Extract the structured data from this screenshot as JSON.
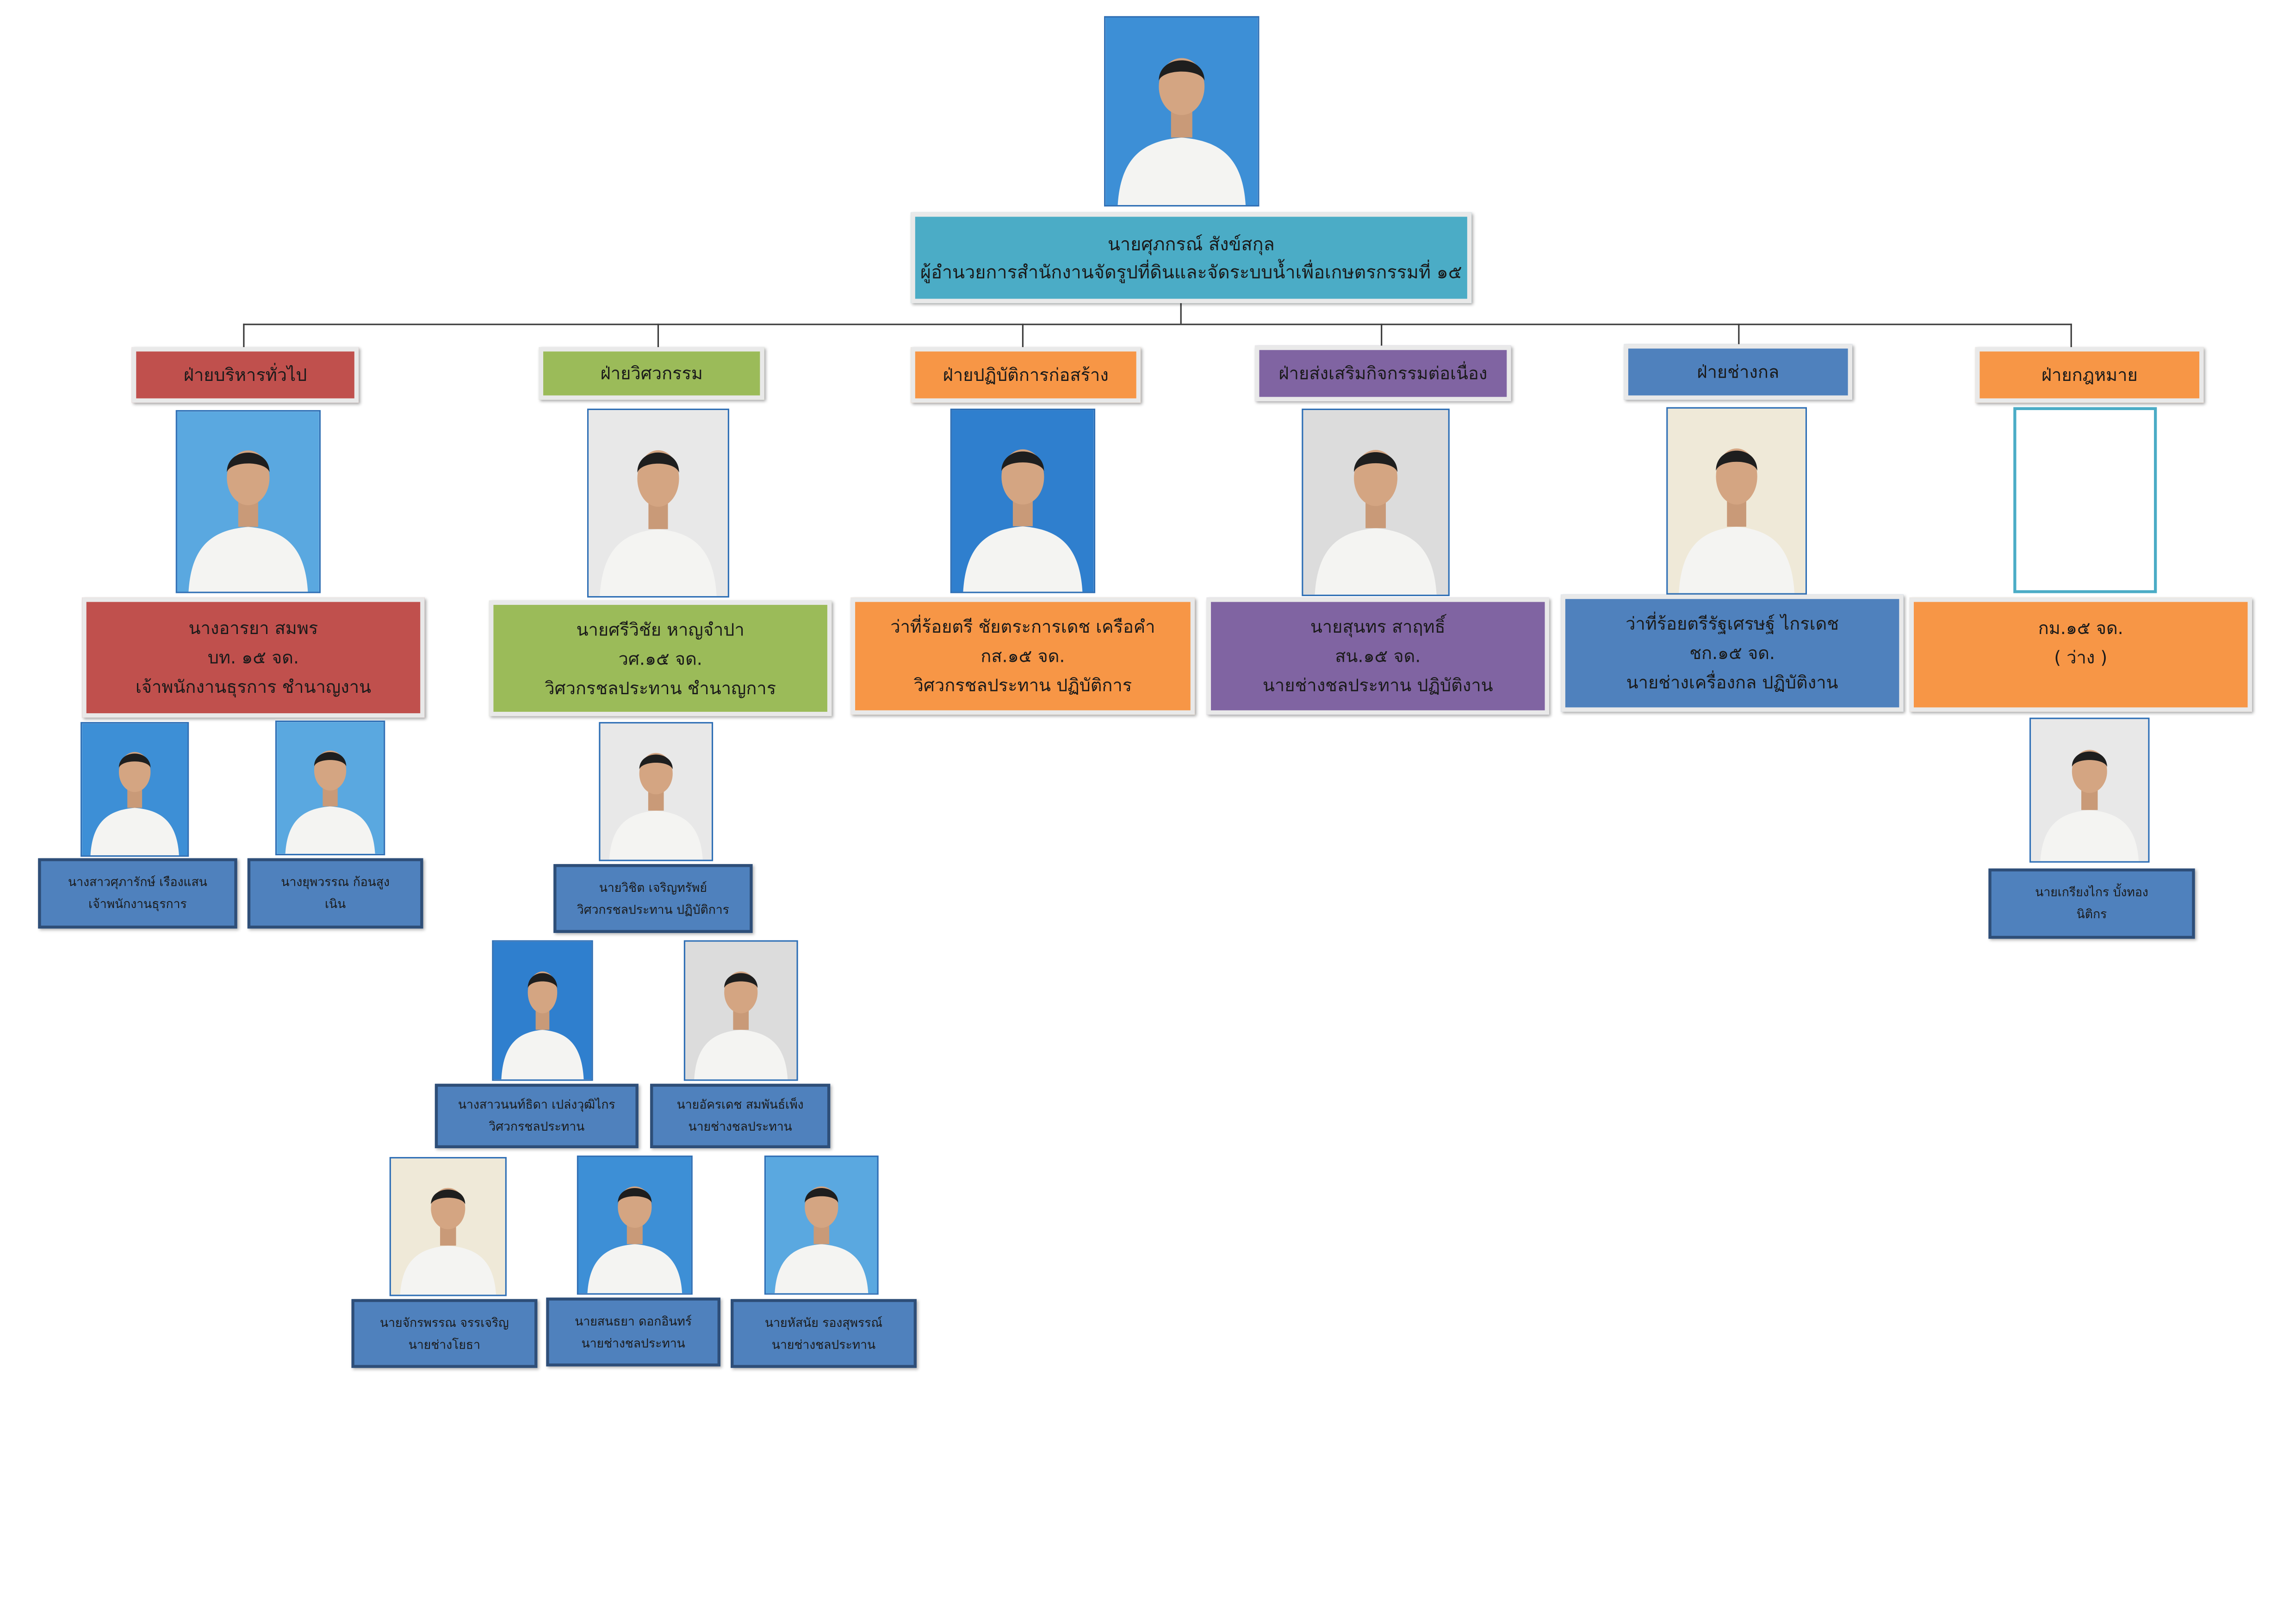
{
  "director": {
    "name": "นายศุภกรณ์  สังข์สกุล",
    "title": "ผู้อำนวยการสำนักงานจัดรูปที่ดินและจัดระบบน้ำเพื่อเกษตรกรรมที่ ๑๕"
  },
  "departments": [
    {
      "label": "ฝ่ายบริหารทั่วไป",
      "head": [
        "นางอารยา  สมพร",
        "บท. ๑๕ จด.",
        "เจ้าพนักงานธุรการ ชำนาญงาน"
      ],
      "staff": [
        [
          "นางสาวศุภารักษ์  เรืองแสน",
          "เจ้าพนักงานธุรการ"
        ],
        [
          "นางยุพวรรณ  ก้อนสูง",
          "เนิน"
        ]
      ]
    },
    {
      "label": "ฝ่ายวิศวกรรม",
      "head": [
        "นายศรีวิชัย    หาญจำปา",
        "วศ.๑๕ จด.",
        "วิศวกรชลประทาน ชำนาญการ"
      ],
      "staff": [
        [
          "นายวิชิต  เจริญทรัพย์",
          "วิศวกรชลประทาน ปฏิบัติการ"
        ],
        [
          "นางสาวนนท์ธิดา  เปล่งวุฒิไกร",
          "วิศวกรชลประทาน"
        ],
        [
          "นายอัครเดช  สมพันธ์เพ็ง",
          "นายช่างชลประทาน"
        ],
        [
          "นายจักรพรรณ  จรรเจริญ",
          "นายช่างโยธา"
        ],
        [
          "นายสนธยา  ดอกอินทร์",
          "นายช่างชลประทาน"
        ],
        [
          "นายหัสนัย  รองสุพรรณ์",
          "นายช่างชลประทาน"
        ]
      ]
    },
    {
      "label": "ฝ่ายปฏิบัติการก่อสร้าง",
      "head": [
        "ว่าที่ร้อยตรี ชัยตระการเดช  เครือคำ",
        "กส.๑๕ จด.",
        "วิศวกรชลประทาน ปฏิบัติการ"
      ],
      "staff": []
    },
    {
      "label": "ฝ่ายส่งเสริมกิจกรรมต่อเนื่อง",
      "head": [
        "นายสุนทร  สาฤทธิ์",
        "สน.๑๕ จด.",
        "นายช่างชลประทาน ปฏิบัติงาน"
      ],
      "staff": []
    },
    {
      "label": "ฝ่ายช่างกล",
      "head": [
        "ว่าที่ร้อยตรีรัฐเศรษฐ์  ไกรเดช",
        "ชก.๑๕ จด.",
        "นายช่างเครื่องกล ปฏิบัติงาน"
      ],
      "staff": []
    },
    {
      "label": "ฝ่ายกฎหมาย",
      "head": [
        "กม.๑๕ จด.",
        "( ว่าง )"
      ],
      "staff": [
        [
          "นายเกรียงไกร  บั้งทอง",
          "นิติกร"
        ]
      ]
    }
  ],
  "colors": {
    "teal": "#4bacc6",
    "red": "#c0504d",
    "green": "#9bbb59",
    "orange": "#f79646",
    "purple": "#8064a2",
    "blue": "#4f81bd"
  },
  "icons": {
    "person_photo": "person-photo-icon"
  }
}
